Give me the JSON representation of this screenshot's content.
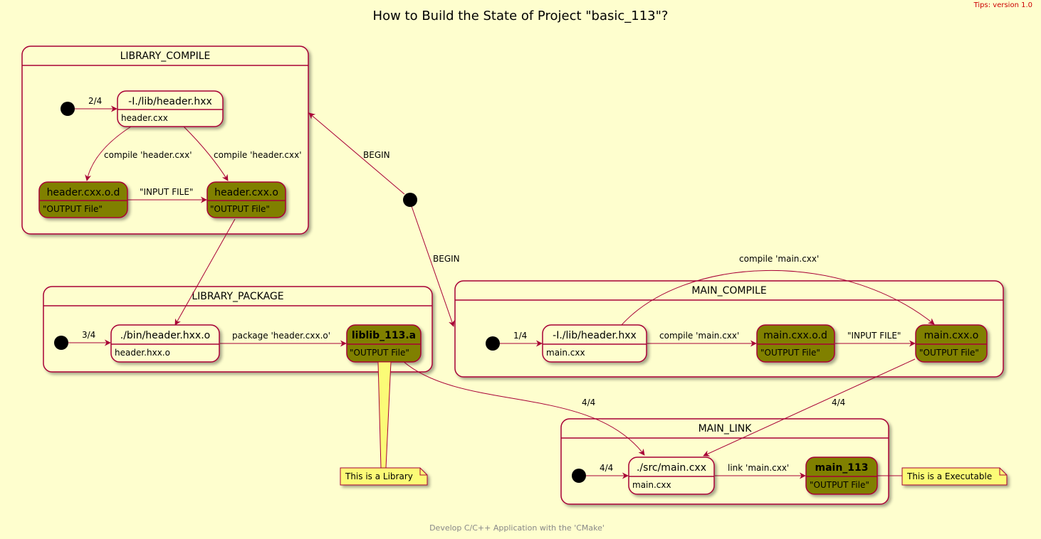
{
  "title": "How to Build the State of Project \"basic_113\"?",
  "tips": "Tips: version 1.0",
  "footer": "Develop C/C++ Application with the 'CMake'",
  "colors": {
    "background": "#FEFECE",
    "border": "#A80036",
    "output_fill": "#808000",
    "note_fill": "#FBFB77",
    "tips": "#CC0000"
  },
  "composites": {
    "library_compile": "LIBRARY_COMPILE",
    "library_package": "LIBRARY_PACKAGE",
    "main_compile": "MAIN_COMPILE",
    "main_link": "MAIN_LINK"
  },
  "states": {
    "lc_header": {
      "name": "-I./lib/header.hxx",
      "desc": "header.cxx"
    },
    "lc_hdr_od": {
      "name": "header.cxx.o.d",
      "desc": "\"OUTPUT File\""
    },
    "lc_hdr_o": {
      "name": "header.cxx.o",
      "desc": "\"OUTPUT File\""
    },
    "lp_bin": {
      "name": "./bin/header.hxx.o",
      "desc": "header.hxx.o"
    },
    "lp_lib": {
      "name": "liblib_113.a",
      "desc": "\"OUTPUT File\""
    },
    "mc_header": {
      "name": "-I./lib/header.hxx",
      "desc": "main.cxx"
    },
    "mc_main_od": {
      "name": "main.cxx.o.d",
      "desc": "\"OUTPUT File\""
    },
    "mc_main_o": {
      "name": "main.cxx.o",
      "desc": "\"OUTPUT File\""
    },
    "ml_src": {
      "name": "./src/main.cxx",
      "desc": "main.cxx"
    },
    "ml_exe": {
      "name": "main_113",
      "desc": "\"OUTPUT File\""
    }
  },
  "edges": {
    "lc_start": "2/4",
    "lc_compile1": "compile 'header.cxx'",
    "lc_compile2": "compile 'header.cxx'",
    "lc_input": "\"INPUT FILE\"",
    "begin_lib": "BEGIN",
    "begin_main": "BEGIN",
    "lp_start": "3/4",
    "lp_package": "package 'header.cxx.o'",
    "mc_start": "1/4",
    "mc_compile": "compile 'main.cxx'",
    "mc_compile_arc": "compile 'main.cxx'",
    "mc_input": "\"INPUT FILE\"",
    "lib_to_link": "4/4",
    "main_to_link": "4/4",
    "ml_start": "4/4",
    "ml_link": "link 'main.cxx'"
  },
  "notes": {
    "library": "This is a Library",
    "executable": "This is a Executable"
  }
}
